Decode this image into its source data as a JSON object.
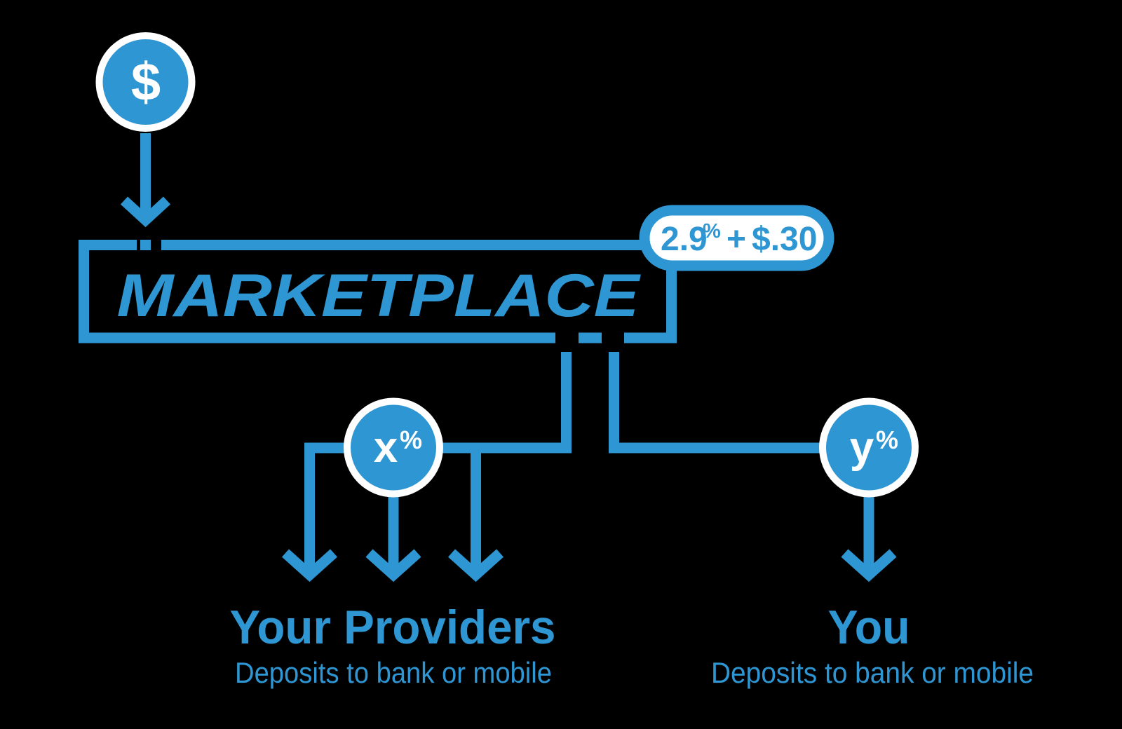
{
  "colors": {
    "accent_blue": "#2E96D2",
    "circle_text": "#FFFFFF",
    "background": "#000000"
  },
  "flow": {
    "money_symbol": "$",
    "marketplace_label": "MARKETPLACE",
    "fee_badge": {
      "rate": "2.9",
      "rate_percent_sign": "%",
      "plus_sign": "+",
      "fixed_fee": "$.30"
    },
    "providers": {
      "split_variable": "x",
      "split_percent_sign": "%",
      "title": "Your Providers",
      "subtitle": "Deposits to bank or mobile"
    },
    "you": {
      "split_variable": "y",
      "split_percent_sign": "%",
      "title": "You",
      "subtitle": "Deposits to bank or mobile"
    }
  }
}
